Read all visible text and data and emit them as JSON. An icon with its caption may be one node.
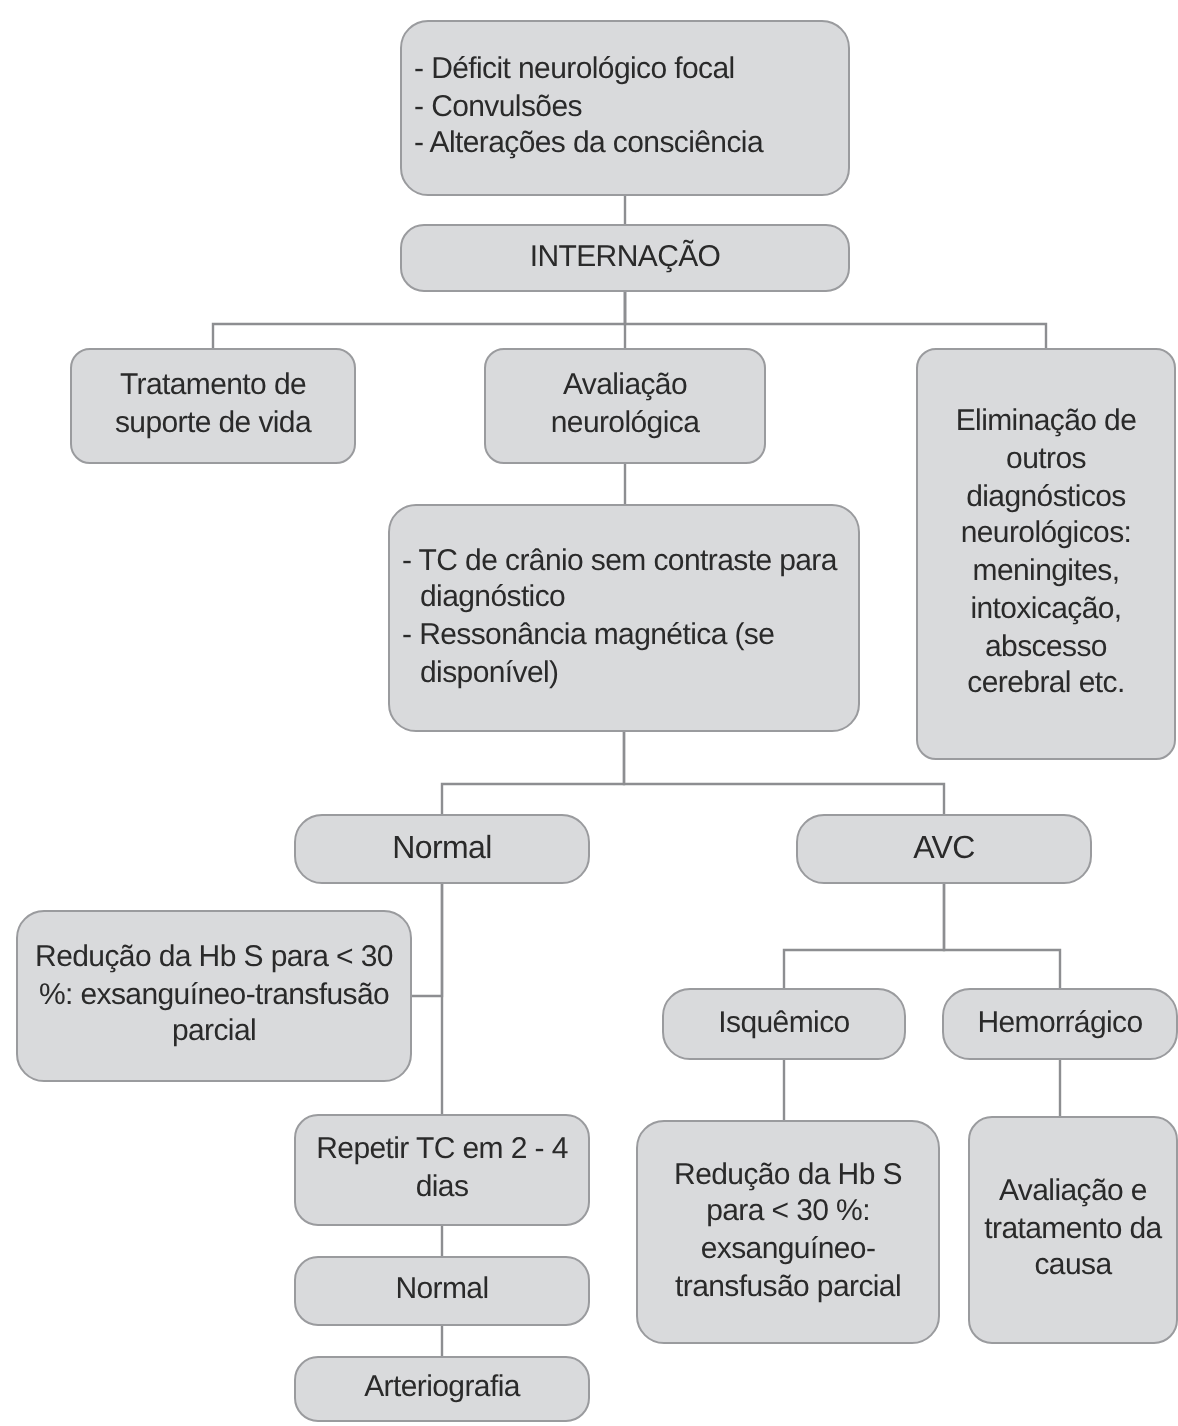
{
  "diagram": {
    "nodes": [
      {
        "text": [
          "- Déficit neurológico focal",
          "- Convulsões",
          "- Alterações da consciência"
        ]
      },
      {
        "text": [
          "INTERNAÇÃO"
        ]
      },
      {
        "text": [
          "Tratamento de suporte de vida"
        ]
      },
      {
        "text": [
          "Avaliação neurológica"
        ]
      },
      {
        "text": [
          "Eliminação de outros diagnósticos neurológicos: meningites, intoxicação, abscesso cerebral etc."
        ]
      },
      {
        "text": [
          "- TC de crânio sem contraste para diagnóstico",
          "- Ressonância magnética (se disponível)"
        ]
      },
      {
        "text": [
          "Normal"
        ]
      },
      {
        "text": [
          "AVC"
        ]
      },
      {
        "text": [
          "Redução da Hb S para < 30 %: exsanguíneo-transfusão parcial"
        ]
      },
      {
        "text": [
          "Isquêmico"
        ]
      },
      {
        "text": [
          "Hemorrágico"
        ]
      },
      {
        "text": [
          "Repetir TC em 2 - 4 dias"
        ]
      },
      {
        "text": [
          "Normal"
        ]
      },
      {
        "text": [
          "Arteriografia"
        ]
      },
      {
        "text": [
          "Redução da Hb S para < 30 %: exsanguíneo-transfusão parcial"
        ]
      },
      {
        "text": [
          "Avaliação e tratamento da causa"
        ]
      }
    ],
    "edges": [
      {
        "from": 0,
        "to": 1,
        "arrow": "none"
      },
      {
        "from": 1,
        "to": 2,
        "arrow": "none"
      },
      {
        "from": 1,
        "to": 3,
        "arrow": "none"
      },
      {
        "from": 1,
        "to": 4,
        "arrow": "none"
      },
      {
        "from": 3,
        "to": 5,
        "arrow": "none"
      },
      {
        "from": 5,
        "to": 6,
        "arrow": "none"
      },
      {
        "from": 5,
        "to": 7,
        "arrow": "none"
      },
      {
        "from": 6,
        "to": 8,
        "arrow": "none"
      },
      {
        "from": 6,
        "to": 11,
        "arrow": "none"
      },
      {
        "from": 11,
        "to": 12,
        "arrow": "none"
      },
      {
        "from": 12,
        "to": 13,
        "arrow": "none"
      },
      {
        "from": 7,
        "to": 9,
        "arrow": "none"
      },
      {
        "from": 7,
        "to": 10,
        "arrow": "none"
      },
      {
        "from": 9,
        "to": 14,
        "arrow": "none"
      },
      {
        "from": 10,
        "to": 15,
        "arrow": "none"
      }
    ]
  }
}
